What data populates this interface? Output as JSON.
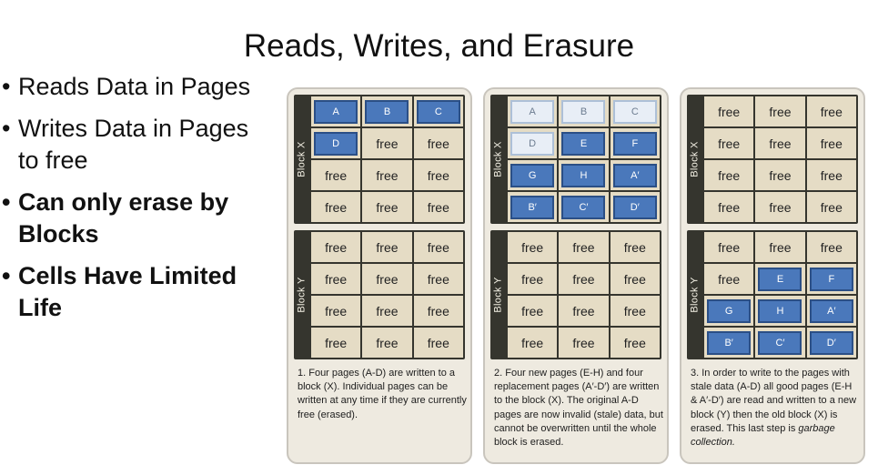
{
  "title": "Reads, Writes, and Erasure",
  "bullets": [
    {
      "text": "Reads Data in Pages",
      "bold": false
    },
    {
      "text": "Writes Data in Pages to free",
      "bold": false
    },
    {
      "text": "Can only erase by Blocks",
      "bold": true
    },
    {
      "text": "Cells Have Limited Life",
      "bold": true
    }
  ],
  "panels": [
    {
      "blocks": [
        {
          "label": "Block X",
          "cells": [
            {
              "text": "A",
              "state": "valid"
            },
            {
              "text": "B",
              "state": "valid"
            },
            {
              "text": "C",
              "state": "valid"
            },
            {
              "text": "D",
              "state": "valid"
            },
            {
              "text": "free",
              "state": "free"
            },
            {
              "text": "free",
              "state": "free"
            },
            {
              "text": "free",
              "state": "free"
            },
            {
              "text": "free",
              "state": "free"
            },
            {
              "text": "free",
              "state": "free"
            },
            {
              "text": "free",
              "state": "free"
            },
            {
              "text": "free",
              "state": "free"
            },
            {
              "text": "free",
              "state": "free"
            }
          ]
        },
        {
          "label": "Block Y",
          "cells": [
            {
              "text": "free",
              "state": "free"
            },
            {
              "text": "free",
              "state": "free"
            },
            {
              "text": "free",
              "state": "free"
            },
            {
              "text": "free",
              "state": "free"
            },
            {
              "text": "free",
              "state": "free"
            },
            {
              "text": "free",
              "state": "free"
            },
            {
              "text": "free",
              "state": "free"
            },
            {
              "text": "free",
              "state": "free"
            },
            {
              "text": "free",
              "state": "free"
            },
            {
              "text": "free",
              "state": "free"
            },
            {
              "text": "free",
              "state": "free"
            },
            {
              "text": "free",
              "state": "free"
            }
          ]
        }
      ],
      "caption": "1. Four pages (A-D) are written to a block (X). Individual pages can be written at any time if they are currently free (erased).",
      "caption_em": ""
    },
    {
      "blocks": [
        {
          "label": "Block X",
          "cells": [
            {
              "text": "A",
              "state": "stale"
            },
            {
              "text": "B",
              "state": "stale"
            },
            {
              "text": "C",
              "state": "stale"
            },
            {
              "text": "D",
              "state": "stale"
            },
            {
              "text": "E",
              "state": "valid"
            },
            {
              "text": "F",
              "state": "valid"
            },
            {
              "text": "G",
              "state": "valid"
            },
            {
              "text": "H",
              "state": "valid"
            },
            {
              "text": "A′",
              "state": "valid"
            },
            {
              "text": "B′",
              "state": "valid"
            },
            {
              "text": "C′",
              "state": "valid"
            },
            {
              "text": "D′",
              "state": "valid"
            }
          ]
        },
        {
          "label": "Block Y",
          "cells": [
            {
              "text": "free",
              "state": "free"
            },
            {
              "text": "free",
              "state": "free"
            },
            {
              "text": "free",
              "state": "free"
            },
            {
              "text": "free",
              "state": "free"
            },
            {
              "text": "free",
              "state": "free"
            },
            {
              "text": "free",
              "state": "free"
            },
            {
              "text": "free",
              "state": "free"
            },
            {
              "text": "free",
              "state": "free"
            },
            {
              "text": "free",
              "state": "free"
            },
            {
              "text": "free",
              "state": "free"
            },
            {
              "text": "free",
              "state": "free"
            },
            {
              "text": "free",
              "state": "free"
            }
          ]
        }
      ],
      "caption": "2. Four new pages (E-H) and four replacement pages (A′-D′) are written to the block (X). The original A-D pages are now invalid (stale) data, but cannot be overwritten until the whole block is erased.",
      "caption_em": ""
    },
    {
      "blocks": [
        {
          "label": "Block X",
          "cells": [
            {
              "text": "free",
              "state": "free"
            },
            {
              "text": "free",
              "state": "free"
            },
            {
              "text": "free",
              "state": "free"
            },
            {
              "text": "free",
              "state": "free"
            },
            {
              "text": "free",
              "state": "free"
            },
            {
              "text": "free",
              "state": "free"
            },
            {
              "text": "free",
              "state": "free"
            },
            {
              "text": "free",
              "state": "free"
            },
            {
              "text": "free",
              "state": "free"
            },
            {
              "text": "free",
              "state": "free"
            },
            {
              "text": "free",
              "state": "free"
            },
            {
              "text": "free",
              "state": "free"
            }
          ]
        },
        {
          "label": "Block Y",
          "cells": [
            {
              "text": "free",
              "state": "free"
            },
            {
              "text": "free",
              "state": "free"
            },
            {
              "text": "free",
              "state": "free"
            },
            {
              "text": "free",
              "state": "free"
            },
            {
              "text": "E",
              "state": "valid"
            },
            {
              "text": "F",
              "state": "valid"
            },
            {
              "text": "G",
              "state": "valid"
            },
            {
              "text": "H",
              "state": "valid"
            },
            {
              "text": "A′",
              "state": "valid"
            },
            {
              "text": "B′",
              "state": "valid"
            },
            {
              "text": "C′",
              "state": "valid"
            },
            {
              "text": "D′",
              "state": "valid"
            }
          ]
        }
      ],
      "caption": "3. In order to write to the pages with stale data (A-D) all good pages (E-H & A′-D′) are read and written to a new block (Y) then the old block (X) is erased. This last step is ",
      "caption_em": "garbage collection."
    }
  ]
}
